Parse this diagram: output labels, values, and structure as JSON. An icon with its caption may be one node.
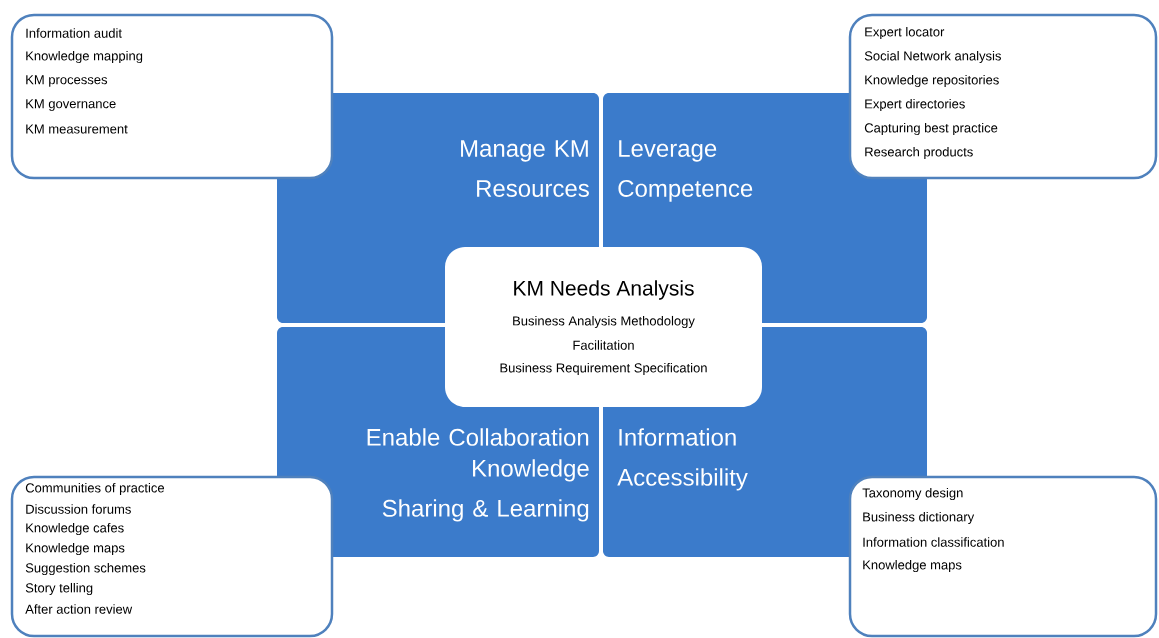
{
  "diagram": {
    "nodes": [
      {
        "text": [
          "Information audit",
          "Knowledge mapping",
          "KM processes",
          "KM governance",
          "KM measurement"
        ]
      },
      {
        "text": [
          "Expert locator",
          "Social Network analysis",
          "Knowledge repositories",
          "Expert directories",
          "Capturing best practice",
          "Research products"
        ]
      },
      {
        "text": [
          "Manage KM Resources"
        ]
      },
      {
        "text": [
          "Leverage Competence"
        ]
      },
      {
        "text": [
          "KM Needs Analysis",
          "Business Analysis Methodology",
          "Facilitation",
          "Business Requirement Specification"
        ]
      },
      {
        "text": [
          "Enable Collaboration",
          "Knowledge Sharing & Learning"
        ]
      },
      {
        "text": [
          "Information Accessibility"
        ]
      },
      {
        "text": [
          "Communities of practice",
          "Discussion forums",
          "Knowledge cafes",
          "Knowledge maps",
          "Suggestion schemes",
          "Story telling",
          "After action review"
        ]
      },
      {
        "text": [
          "Taxonomy design",
          "Business dictionary",
          "Information classification",
          "Knowledge maps"
        ]
      }
    ]
  }
}
